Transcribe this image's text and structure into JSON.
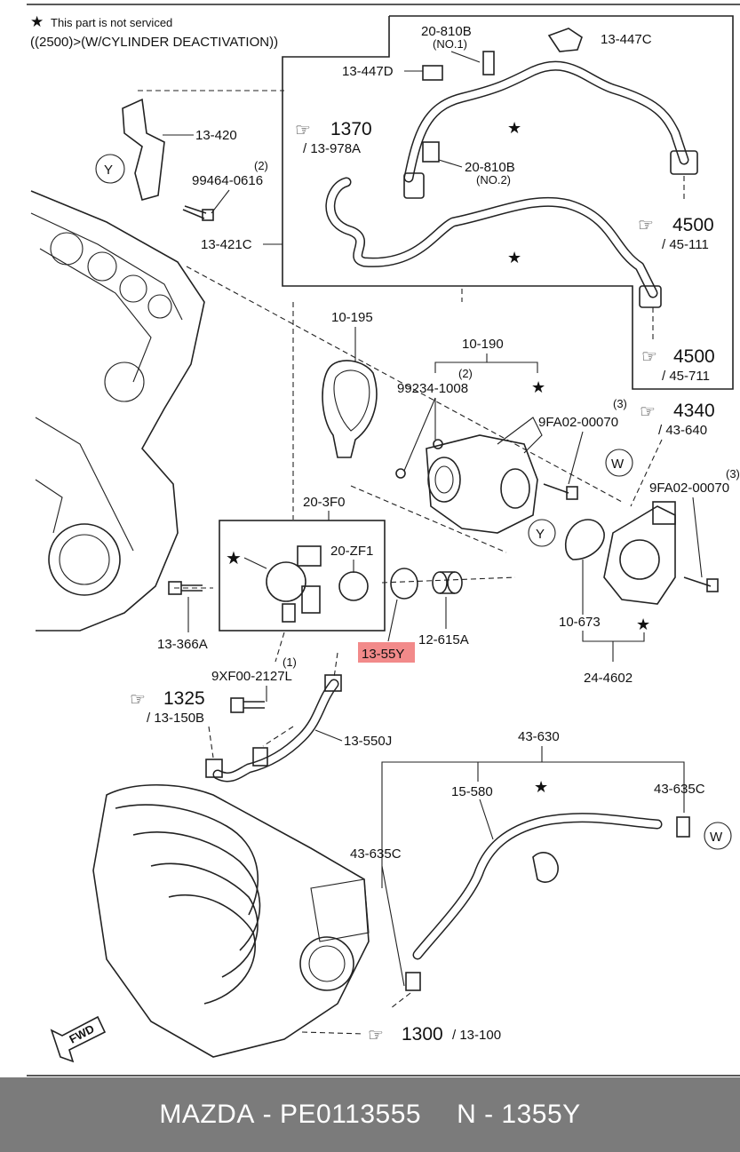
{
  "header": {
    "star_note": "This part is not serviced",
    "condition": "((2500)>(W/CYLINDER DEACTIVATION))"
  },
  "parts": {
    "p20_810B": "20-810B",
    "p20_810B_no1": "(NO.1)",
    "p13_447C": "13-447C",
    "p13_447D": "13-447D",
    "ref1370": "1370",
    "ref1370_sub": "/ 13-978A",
    "p20_810B_2": "20-810B",
    "p20_810B_no2": "(NO.2)",
    "ref4500a": "4500",
    "ref4500a_sub": "/ 45-111",
    "p13_420": "13-420",
    "qty2a": "(2)",
    "p99464": "99464-0616",
    "p13_421C": "13-421C",
    "p10_195": "10-195",
    "p10_190": "10-190",
    "qty2b": "(2)",
    "p99234": "99234-1008",
    "ref4500b": "4500",
    "ref4500b_sub": "/ 45-711",
    "qty3a": "(3)",
    "p9FA02a": "9FA02-00070",
    "ref4340": "4340",
    "ref4340_sub": "/ 43-640",
    "qty3b": "(3)",
    "p9FA02b": "9FA02-00070",
    "p20_3F0": "20-3F0",
    "p20_ZF1": "20-ZF1",
    "p13_366A": "13-366A",
    "p13_55Y": "13-55Y",
    "p12_615A": "12-615A",
    "p10_673": "10-673",
    "p24_4602": "24-4602",
    "qty1": "(1)",
    "p9XF00": "9XF00-2127L",
    "ref1325": "1325",
    "ref1325_sub": "/ 13-150B",
    "p13_550J": "13-550J",
    "p43_630": "43-630",
    "p15_580": "15-580",
    "p43_635C_r": "43-635C",
    "p43_635C_l": "43-635C",
    "ref1300": "1300",
    "ref1300_sub": "/ 13-100",
    "fwd": "FWD",
    "ref_y": "Y",
    "ref_w": "W"
  },
  "colors": {
    "highlight": "#f28a8a",
    "footer_bg": "#7b7b7b"
  },
  "footer": {
    "brand": "MAZDA",
    "part_number": "PE0113555",
    "catalog_ref": "N - 1355Y",
    "sep": " - "
  }
}
